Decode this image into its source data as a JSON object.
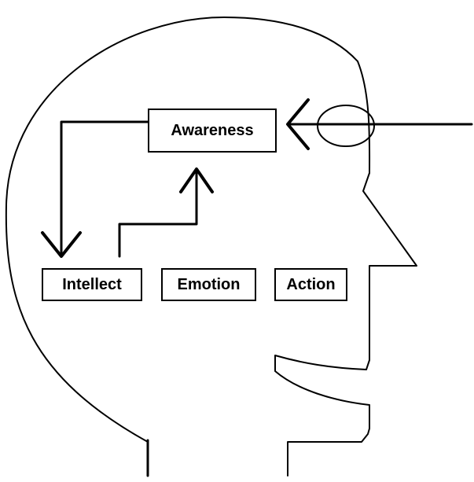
{
  "diagram": {
    "labels": {
      "awareness": "Awareness",
      "intellect": "Intellect",
      "emotion": "Emotion",
      "action": "Action"
    },
    "colors": {
      "stroke": "#000000",
      "background": "#ffffff"
    }
  }
}
